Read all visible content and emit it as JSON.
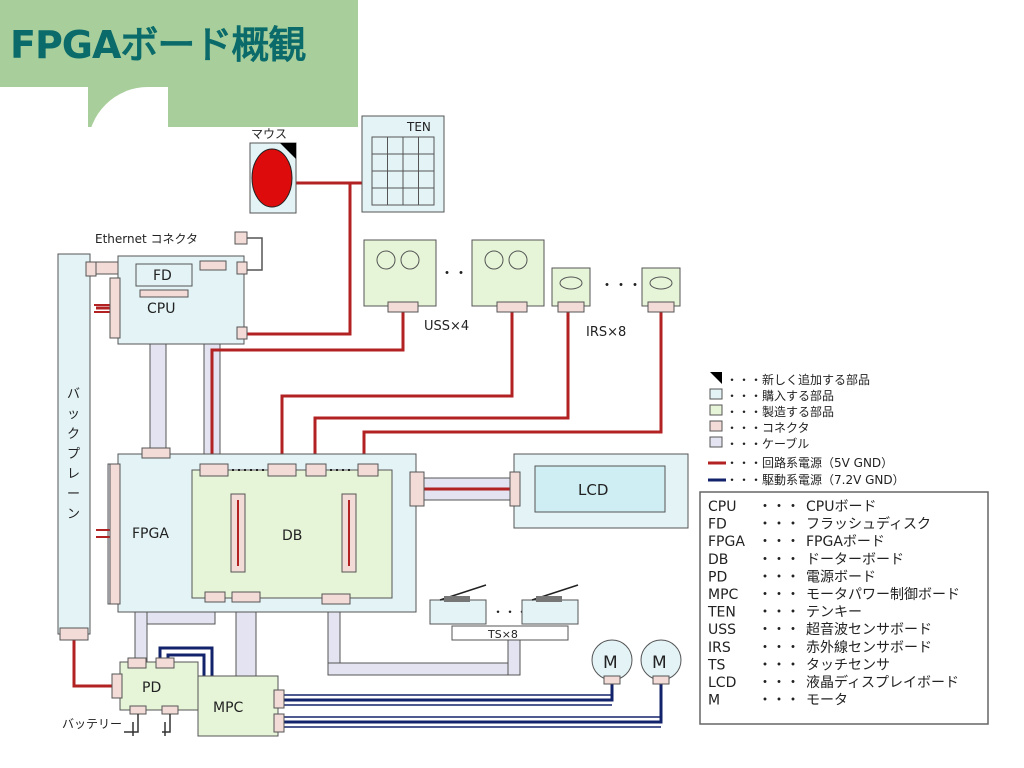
{
  "title": "FPGAボード概観",
  "labels": {
    "mouse": "マウス",
    "ten": "TEN",
    "ethernet": "Ethernet コネクタ",
    "fd": "FD",
    "cpu": "CPU",
    "backplane": [
      "バ",
      "ッ",
      "ク",
      "プ",
      "レ",
      "ー",
      "ン"
    ],
    "fpga": "FPGA",
    "db": "DB",
    "lcd": "LCD",
    "uss": "USS×4",
    "irs": "IRS×8",
    "ts": "TS×8",
    "pd": "PD",
    "mpc": "MPC",
    "motor": "M",
    "battery": "バッテリー",
    "dots": "・・・"
  },
  "legend_colors": [
    {
      "swatch": "new",
      "text": "・・・新しく追加する部品"
    },
    {
      "swatch": "buy",
      "text": "・・・購入する部品"
    },
    {
      "swatch": "make",
      "text": "・・・製造する部品"
    },
    {
      "swatch": "conn",
      "text": "・・・コネクタ"
    },
    {
      "swatch": "cable",
      "text": "・・・ケーブル"
    },
    {
      "swatch": "red-line",
      "text": "・・・回路系電源（5V GND）"
    },
    {
      "swatch": "blue-line",
      "text": "・・・駆動系電源（7.2V GND）"
    }
  ],
  "glossary": [
    {
      "abbr": "CPU",
      "sep": "・・・",
      "desc": "CPUボード"
    },
    {
      "abbr": "FD",
      "sep": "・・・",
      "desc": "フラッシュディスク"
    },
    {
      "abbr": "FPGA",
      "sep": "・・・",
      "desc": "FPGAボード"
    },
    {
      "abbr": "DB",
      "sep": "・・・",
      "desc": "ドーターボード"
    },
    {
      "abbr": "PD",
      "sep": "・・・",
      "desc": "電源ボード"
    },
    {
      "abbr": "MPC",
      "sep": "・・・",
      "desc": "モータパワー制御ボード"
    },
    {
      "abbr": "TEN",
      "sep": "・・・",
      "desc": "テンキー"
    },
    {
      "abbr": "USS",
      "sep": "・・・",
      "desc": "超音波センサボード"
    },
    {
      "abbr": "IRS",
      "sep": "・・・",
      "desc": "赤外線センサボード"
    },
    {
      "abbr": "TS",
      "sep": "・・・",
      "desc": "タッチセンサ"
    },
    {
      "abbr": "LCD",
      "sep": "・・・",
      "desc": "液晶ディスプレイボード"
    },
    {
      "abbr": "M",
      "sep": "・・・",
      "desc": "モータ"
    }
  ],
  "colors": {
    "accent_title": "#0b6a6a",
    "header_band": "#a8cf9b",
    "buy_fill": "#e3f3f6",
    "make_fill": "#e6f5d8",
    "connector_fill": "#f3dcd8",
    "cable_fill": "#e3e3f1",
    "logic_power": "#b22222",
    "drive_power": "#13236b",
    "mouse_fill": "#dd0b0b"
  }
}
